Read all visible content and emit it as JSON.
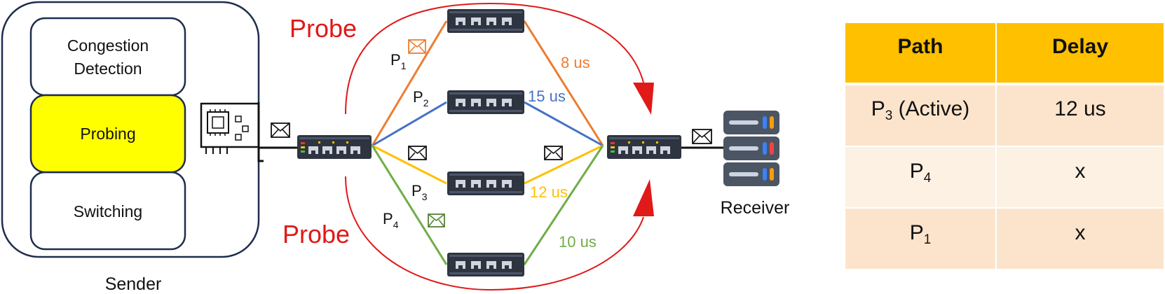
{
  "sender": {
    "caption": "Sender",
    "modules": [
      {
        "line1": "Congestion",
        "line2": "Detection",
        "color": "#ffffff"
      },
      {
        "line1": "Probing",
        "line2": "",
        "color": "#ffff00"
      },
      {
        "line1": "Switching",
        "line2": "",
        "color": "#ffffff"
      }
    ]
  },
  "receiver": {
    "caption": "Receiver"
  },
  "probe_labels": {
    "top": "Probe",
    "bottom": "Probe"
  },
  "paths": [
    {
      "label": "P",
      "sub": "1",
      "latency": "8 us",
      "color": "#ed7d31"
    },
    {
      "label": "P",
      "sub": "2",
      "latency": "15 us",
      "color": "#4472c4"
    },
    {
      "label": "P",
      "sub": "3",
      "latency": "12 us",
      "color": "#ffc000"
    },
    {
      "label": "P",
      "sub": "4",
      "latency": "10 us",
      "color": "#70ad47"
    }
  ],
  "colors": {
    "probe_red": "#e01919",
    "table_header": "#ffc000",
    "row_dark": "#fce4cc",
    "row_light": "#fdf1e4",
    "switch_body": "#2e3440"
  },
  "table": {
    "headers": [
      "Path",
      "Delay"
    ],
    "rows": [
      {
        "path": "P",
        "sub": "3",
        "suffix": " (Active)",
        "delay": "12 us"
      },
      {
        "path": "P",
        "sub": "4",
        "suffix": "",
        "delay": "x"
      },
      {
        "path": "P",
        "sub": "1",
        "suffix": "",
        "delay": "x"
      }
    ]
  }
}
